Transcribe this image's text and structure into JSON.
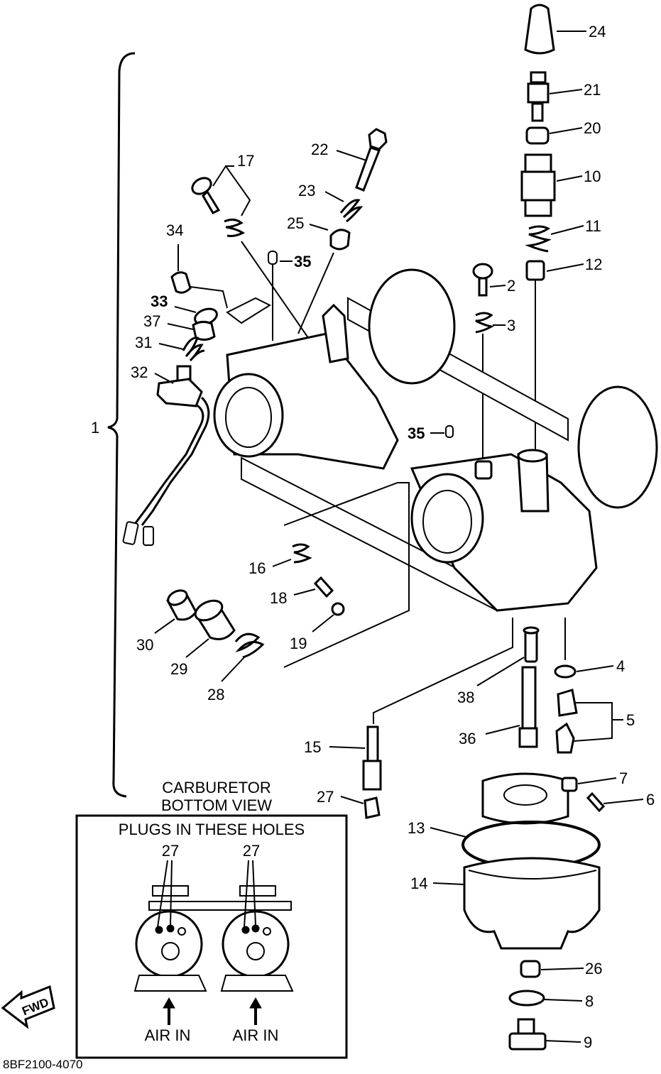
{
  "drawing_code": "8BF2100-4070",
  "bottom_view": {
    "title_line1": "CARBURETOR",
    "title_line2": "BOTTOM VIEW",
    "box_heading": "PLUGS IN THESE HOLES",
    "left_label": "27",
    "right_label": "27",
    "left_arrow": "AIR IN",
    "right_arrow": "AIR IN"
  },
  "fwd_label": "FWD",
  "callouts": [
    {
      "id": "c24",
      "text": "24"
    },
    {
      "id": "c21",
      "text": "21"
    },
    {
      "id": "c20",
      "text": "20"
    },
    {
      "id": "c10",
      "text": "10"
    },
    {
      "id": "c11",
      "text": "11"
    },
    {
      "id": "c12",
      "text": "12"
    },
    {
      "id": "c2",
      "text": "2"
    },
    {
      "id": "c3",
      "text": "3"
    },
    {
      "id": "c17",
      "text": "17"
    },
    {
      "id": "c22",
      "text": "22"
    },
    {
      "id": "c23",
      "text": "23"
    },
    {
      "id": "c25",
      "text": "25"
    },
    {
      "id": "c34",
      "text": "34"
    },
    {
      "id": "c35a",
      "text": "35"
    },
    {
      "id": "c33",
      "text": "33"
    },
    {
      "id": "c37",
      "text": "37"
    },
    {
      "id": "c31",
      "text": "31"
    },
    {
      "id": "c32",
      "text": "32"
    },
    {
      "id": "c1",
      "text": "1"
    },
    {
      "id": "c35b",
      "text": "35"
    },
    {
      "id": "c16",
      "text": "16"
    },
    {
      "id": "c18",
      "text": "18"
    },
    {
      "id": "c19",
      "text": "19"
    },
    {
      "id": "c30",
      "text": "30"
    },
    {
      "id": "c29",
      "text": "29"
    },
    {
      "id": "c28",
      "text": "28"
    },
    {
      "id": "c4",
      "text": "4"
    },
    {
      "id": "c38",
      "text": "38"
    },
    {
      "id": "c5",
      "text": "5"
    },
    {
      "id": "c36",
      "text": "36"
    },
    {
      "id": "c15",
      "text": "15"
    },
    {
      "id": "c7",
      "text": "7"
    },
    {
      "id": "c6",
      "text": "6"
    },
    {
      "id": "c27",
      "text": "27"
    },
    {
      "id": "c13",
      "text": "13"
    },
    {
      "id": "c14",
      "text": "14"
    },
    {
      "id": "c26",
      "text": "26"
    },
    {
      "id": "c8",
      "text": "8"
    },
    {
      "id": "c9",
      "text": "9"
    }
  ]
}
